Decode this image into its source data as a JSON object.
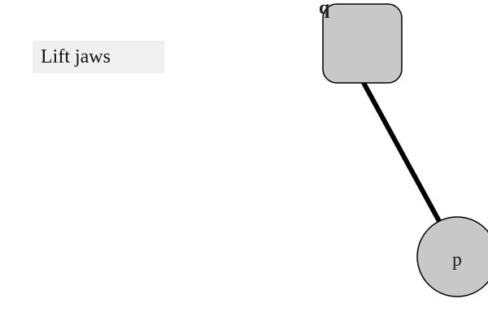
{
  "task": {
    "label": "Lift jaws"
  },
  "scene": {
    "square_node": {
      "label": "q",
      "fill": "#c8c8c8",
      "stroke": "#000000"
    },
    "circle_node": {
      "label": "p",
      "fill": "#c8c8c8",
      "stroke": "#000000"
    },
    "link": {
      "stroke": "#000000"
    }
  }
}
